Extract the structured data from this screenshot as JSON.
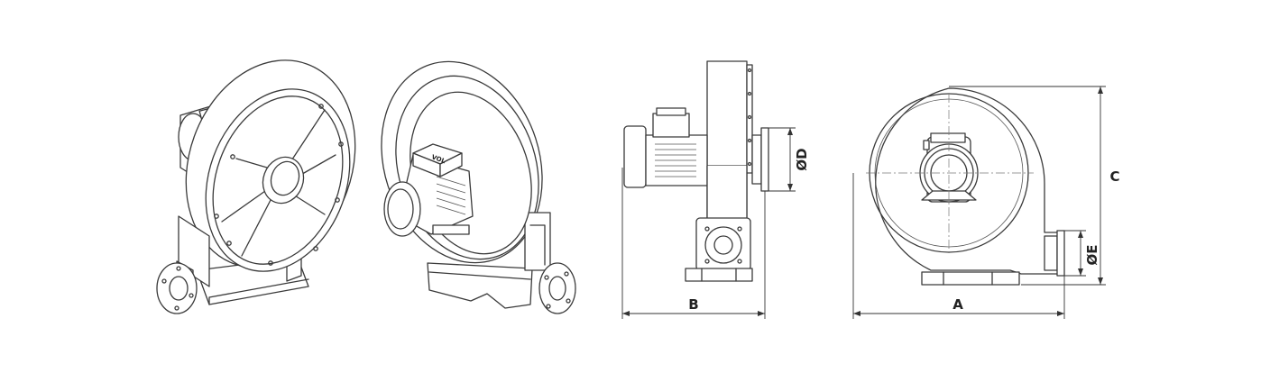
{
  "dimensions": {
    "a": "A",
    "b": "B",
    "c": "C",
    "d": "ØD",
    "e": "ØE"
  },
  "views": {
    "front_iso": {
      "icon": "blower-front-isometric-icon"
    },
    "rear_iso": {
      "icon": "blower-rear-isometric-icon",
      "logo": "VOL"
    },
    "side": {
      "icon": "blower-side-view-icon"
    },
    "front": {
      "icon": "blower-front-view-icon"
    }
  },
  "colors": {
    "line": "#3a3a3a",
    "background": "#ffffff"
  }
}
